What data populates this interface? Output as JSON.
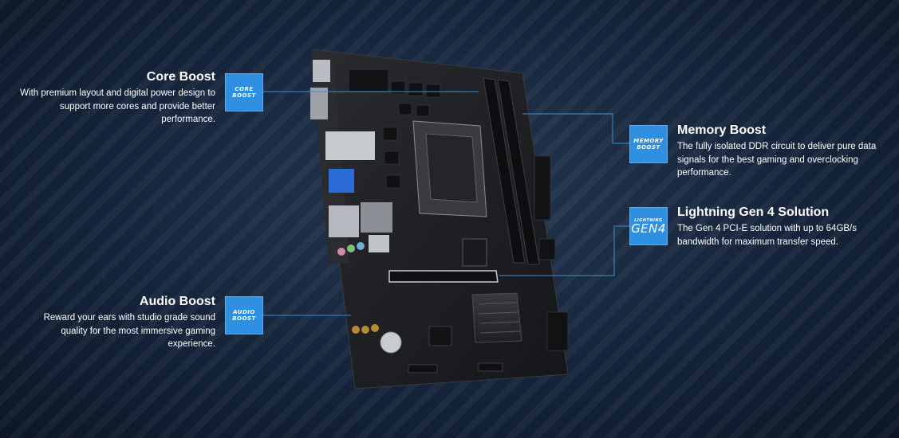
{
  "features": {
    "core_boost": {
      "title": "Core Boost",
      "desc": "With premium layout and digital power design to support more cores and provide better performance.",
      "badge": [
        "CORE",
        "BOOST"
      ]
    },
    "audio_boost": {
      "title": "Audio Boost",
      "desc": "Reward your ears with studio grade sound quality for the most immersive gaming experience.",
      "badge": [
        "AUDIO",
        "BOOST"
      ]
    },
    "memory_boost": {
      "title": "Memory Boost",
      "desc": "The fully isolated DDR circuit to deliver pure data signals for the best gaming and overclocking performance.",
      "badge": [
        "MEMORY",
        "BOOST"
      ]
    },
    "lightning_gen4": {
      "title": "Lightning Gen 4 Solution",
      "desc": "The Gen 4 PCI-E solution with up to 64GB/s bandwidth for maximum transfer speed.",
      "badge_small": "LIGHTNING",
      "badge_big": "GEN4"
    }
  },
  "colors": {
    "accent": "#2f8fe0",
    "line": "#3a8fd6",
    "background": "#15243a",
    "board": "#1c1d20"
  }
}
